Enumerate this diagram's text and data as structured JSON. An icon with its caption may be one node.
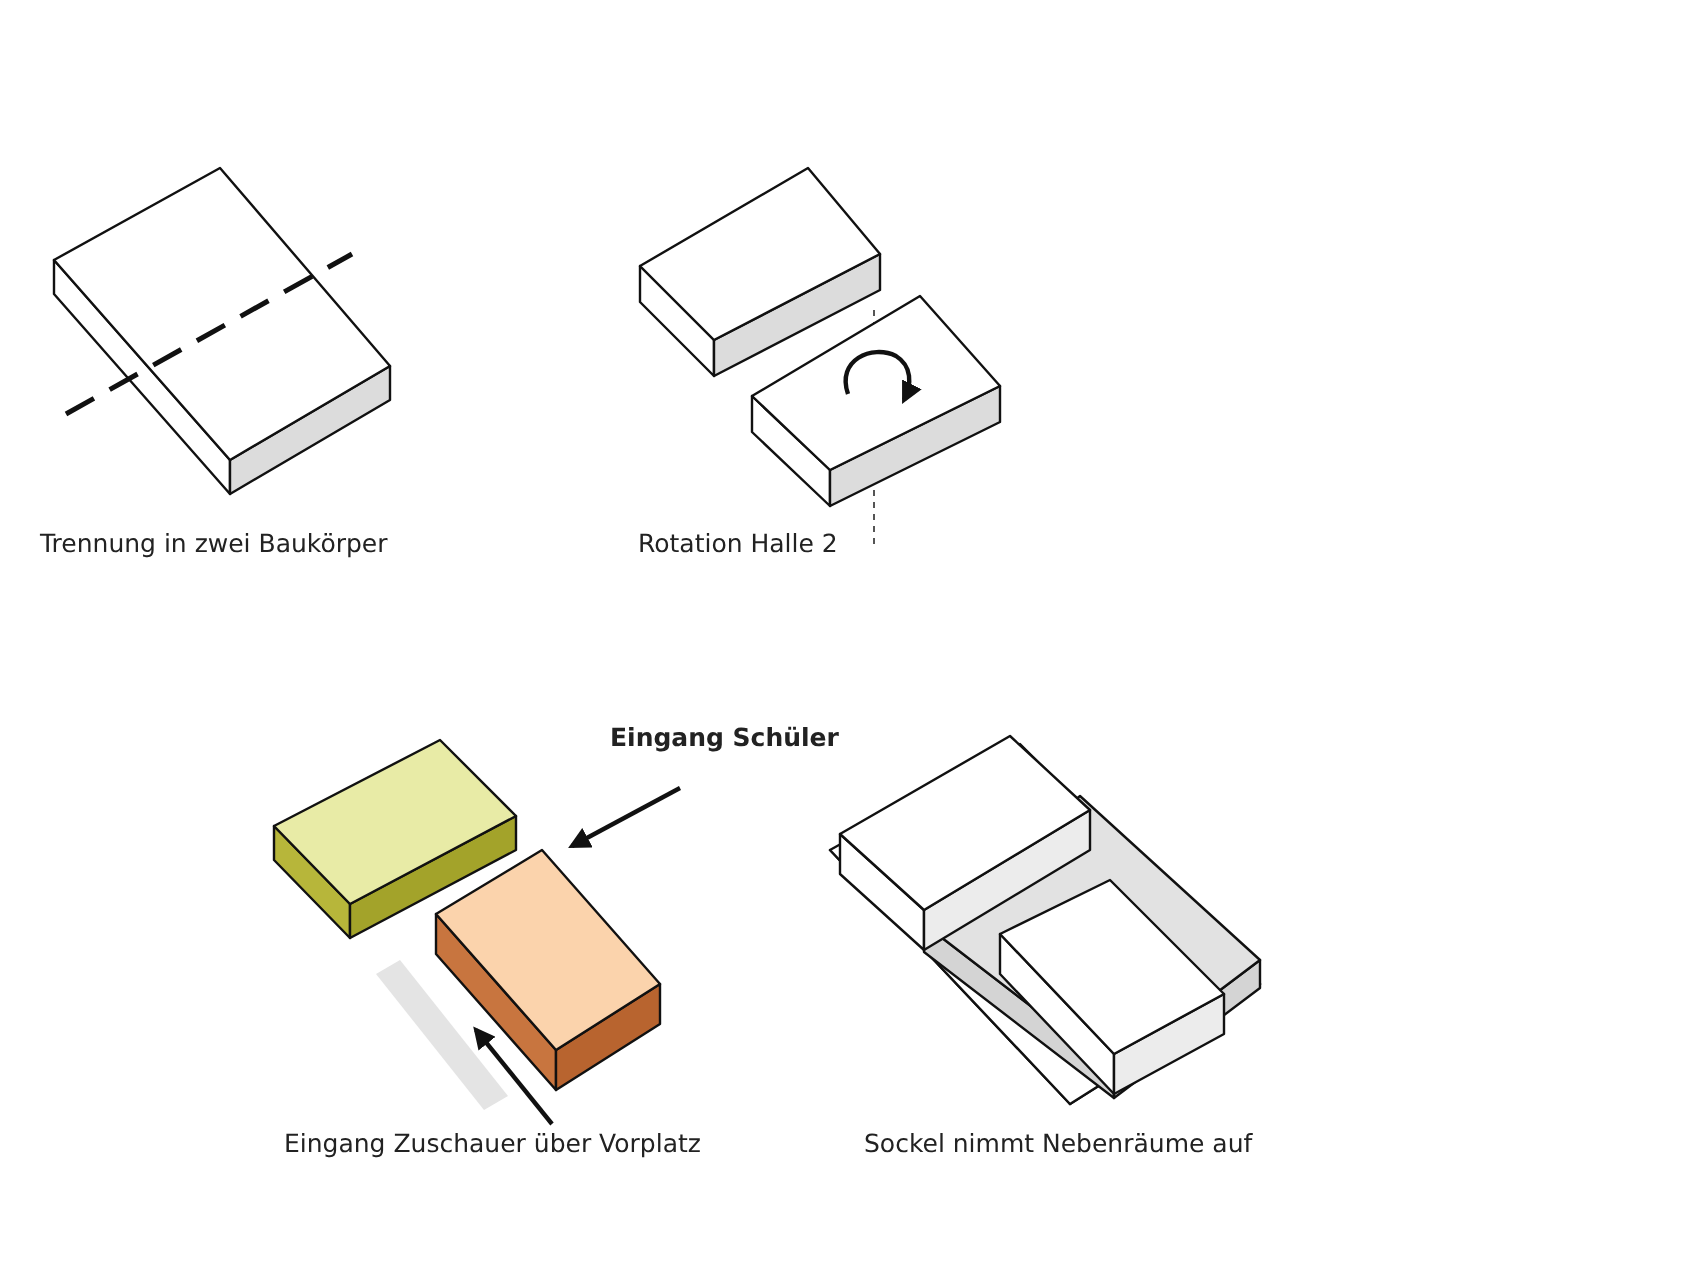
{
  "diagram": {
    "labels": [
      "Trennung in zwei Baukörper",
      "Rotation Halle 2",
      "Eingang Schüler",
      "Eingang Zuschauer über Vorplatz",
      "Sockel nimmt Nebenräume auf"
    ]
  }
}
